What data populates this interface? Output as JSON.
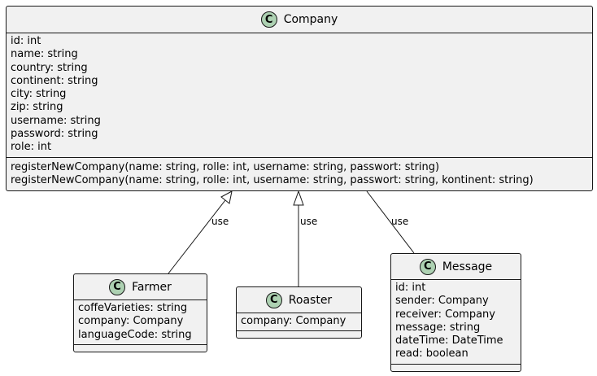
{
  "classes": {
    "company": {
      "name": "Company",
      "badge": "C",
      "attributes": [
        "id: int",
        "name: string",
        "country: string",
        "continent: string",
        "city: string",
        "zip: string",
        "username: string",
        "password: string",
        "role: int"
      ],
      "methods": [
        "registerNewCompany(name: string, rolle: int, username: string, passwort: string)",
        "registerNewCompany(name: string, rolle: int, username: string, passwort: string, kontinent: string)"
      ]
    },
    "farmer": {
      "name": "Farmer",
      "badge": "C",
      "attributes": [
        "coffeVarieties: string",
        "company: Company",
        "languageCode: string"
      ],
      "methods": []
    },
    "roaster": {
      "name": "Roaster",
      "badge": "C",
      "attributes": [
        "company: Company"
      ],
      "methods": []
    },
    "message": {
      "name": "Message",
      "badge": "C",
      "attributes": [
        "id: int",
        "sender: Company",
        "receiver: Company",
        "message: string",
        "dateTime: DateTime",
        "read: boolean"
      ],
      "methods": []
    }
  },
  "relations": [
    {
      "from": "farmer",
      "to": "company",
      "type": "inheritance",
      "label": "use"
    },
    {
      "from": "roaster",
      "to": "company",
      "type": "inheritance",
      "label": "use"
    },
    {
      "from": "message",
      "to": "company",
      "type": "association",
      "label": "use"
    }
  ]
}
